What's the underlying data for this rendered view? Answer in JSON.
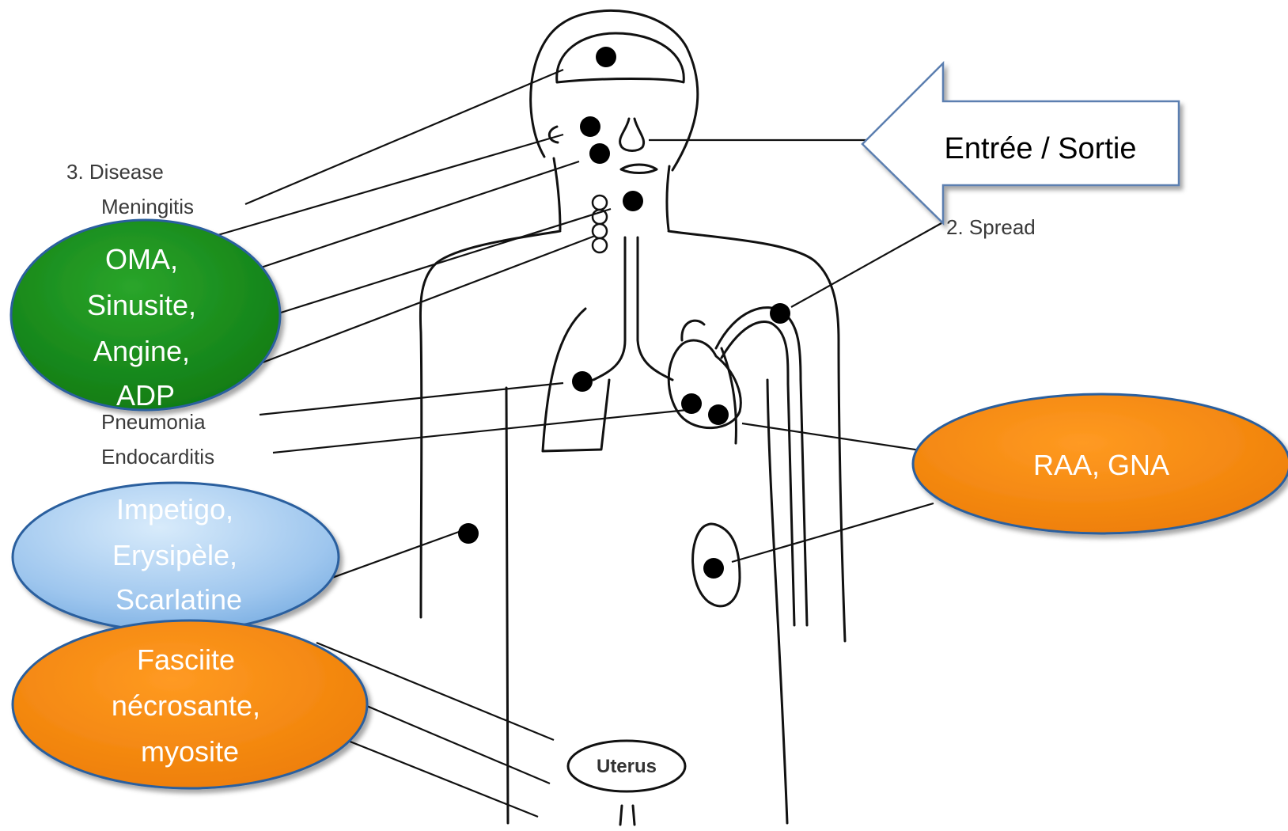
{
  "labels": {
    "disease": "3. Disease",
    "meningitis": "Meningitis",
    "pneumonia": "Pneumonia",
    "endocarditis": "Endocarditis",
    "spread": "2. Spread",
    "uterus": "Uterus"
  },
  "arrow": {
    "text": "Entrée / Sortie"
  },
  "bubbles": {
    "green": {
      "lines": [
        "OMA,",
        "Sinusite,",
        "Angine,",
        "ADP"
      ],
      "color": "#1a8a1a"
    },
    "blue": {
      "lines": [
        "Impetigo,",
        "Erysipèle,",
        "Scarlatine"
      ],
      "color": "#9fc8ee"
    },
    "orange_left": {
      "lines": [
        "Fasciite",
        "nécrosante,",
        "myosite"
      ],
      "color": "#f78a10"
    },
    "orange_right": {
      "lines": [
        "RAA, GNA"
      ],
      "color": "#f78a10"
    }
  }
}
